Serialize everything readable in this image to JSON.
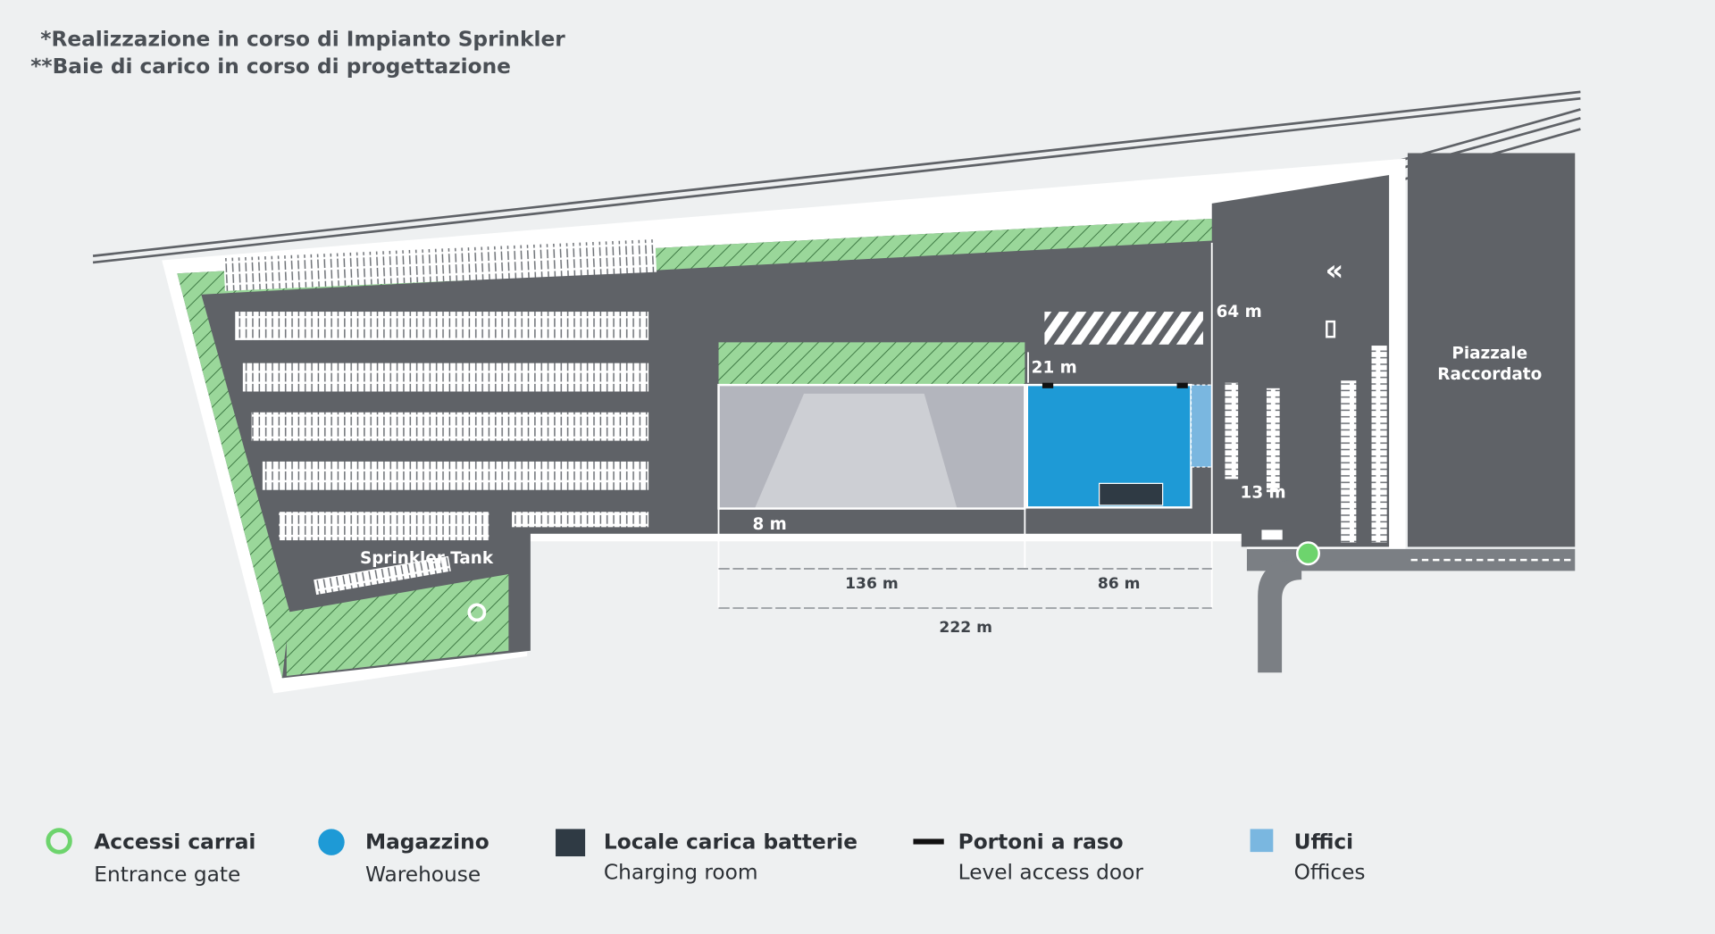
{
  "notes": {
    "sprinkler": "*Realizzazione in corso di Impianto Sprinkler",
    "bays": "**Baie di carico in corso di progettazione"
  },
  "map": {
    "sprinkler_tank": "Sprinkler Tank",
    "piazzale": [
      "Piazzale",
      "Raccordato"
    ],
    "dims": {
      "height_total": "64 m",
      "front_depth": "21 m",
      "side_gap": "13 m",
      "road_gap": "8 m",
      "left_length": "136 m",
      "right_length": "86 m",
      "total_length": "222 m"
    },
    "direction_icon": "double-chevron-left",
    "colors": {
      "site": "#5f6267",
      "green": "#8fd18f",
      "warehouse": "#1e9ad6",
      "charging": "#2f3a44",
      "offices": "#7ab7e0",
      "existing_building": "#b3b5bd"
    }
  },
  "legend": [
    {
      "it": "Accessi carrai",
      "en": "Entrance gate",
      "icon": "entrance-gate-icon",
      "color": "#6dd46d"
    },
    {
      "it": "Magazzino",
      "en": "Warehouse",
      "icon": "warehouse-dot-icon",
      "color": "#1e9ad6"
    },
    {
      "it": "Locale carica batterie",
      "en": "Charging room",
      "icon": "charging-room-square-icon",
      "color": "#2f3a44"
    },
    {
      "it": "Portoni a raso",
      "en": "Level access door",
      "icon": "level-door-line-icon",
      "color": "#111111"
    },
    {
      "it": "Uffici",
      "en": "Offices",
      "icon": "offices-square-icon",
      "color": "#7ab7e0"
    }
  ]
}
